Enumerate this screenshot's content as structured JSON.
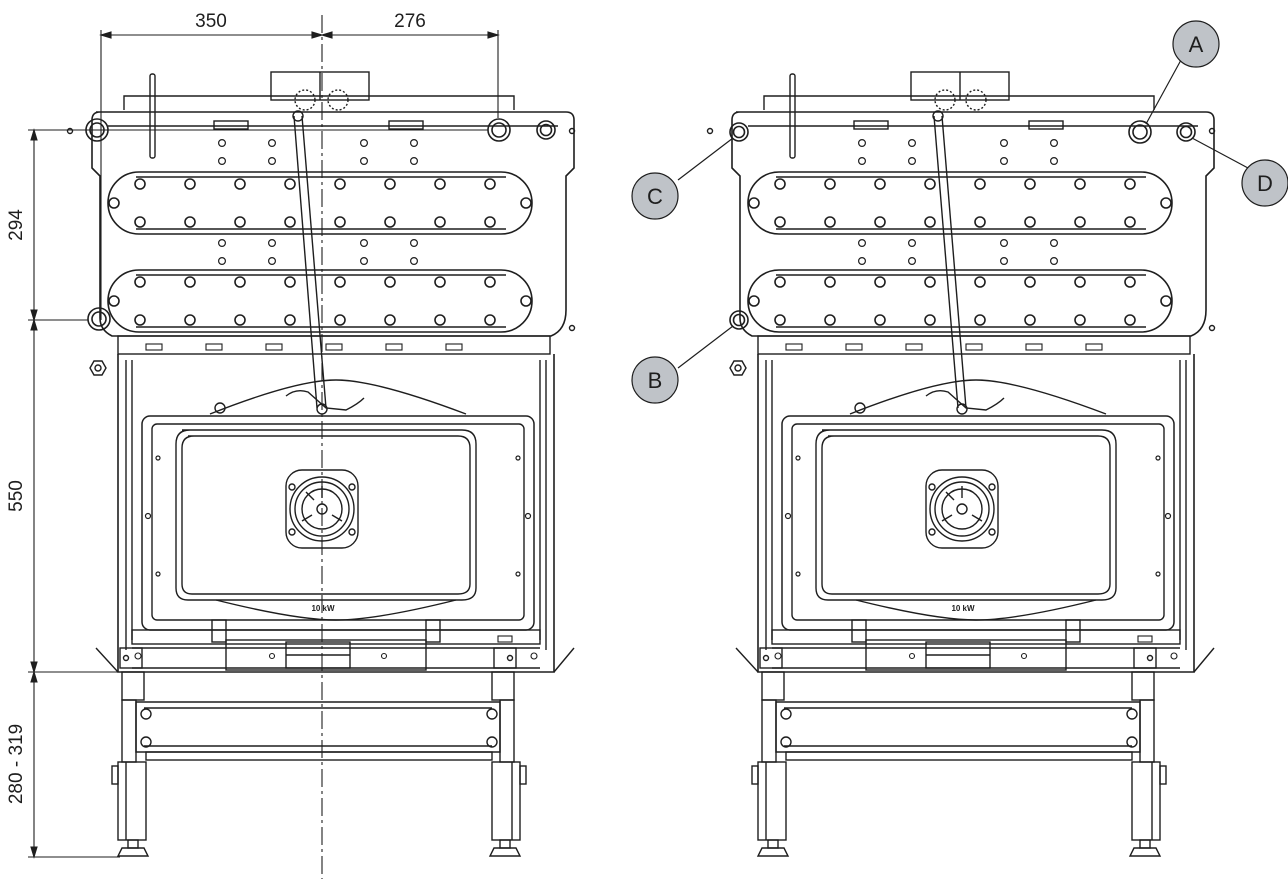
{
  "dimensions": {
    "width_left": "350",
    "width_right": "276",
    "height_upper": "294",
    "height_body": "550",
    "height_legs": "280 - 319"
  },
  "callouts": {
    "a": "A",
    "b": "B",
    "c": "C",
    "d": "D"
  },
  "door_plate": "10 kW",
  "colors": {
    "line": "#1e1e1e",
    "callout_fill": "#bfc3c8",
    "background": "#ffffff"
  }
}
